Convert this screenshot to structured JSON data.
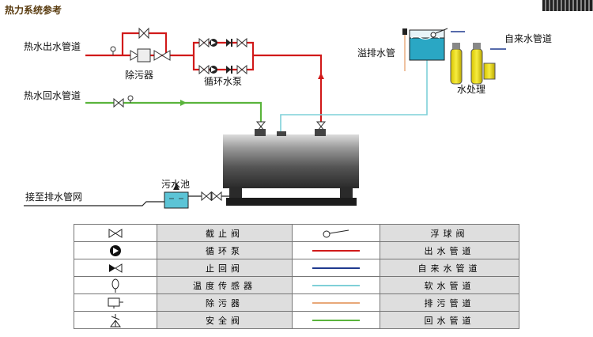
{
  "title": "热力系统参考",
  "labels": {
    "hot_out": "热水出水管道",
    "hot_return": "热水回水管道",
    "desludger": "除污器",
    "pump": "循环水泵",
    "overflow": "溢排水管",
    "tap_water": "自来水管道",
    "water_treatment": "水处理",
    "sewage_pool": "污水池",
    "drain_network": "接至排水管网"
  },
  "colors": {
    "outlet": "#d11a1a",
    "tap": "#1f3a8f",
    "soft": "#7fd0d8",
    "drain": "#e8a878",
    "return": "#5ab43c"
  },
  "legend": [
    {
      "left_icon": "gate-valve-icon",
      "left": "截止阀",
      "right_icon": "float-valve-icon",
      "right": "浮球阀"
    },
    {
      "left_icon": "circulation-pump-icon",
      "left": "循环泵",
      "right_icon": "outlet-pipe-line",
      "right": "出水管道"
    },
    {
      "left_icon": "check-valve-icon",
      "left": "止回阀",
      "right_icon": "tap-water-line",
      "right": "自来水管道"
    },
    {
      "left_icon": "temperature-sensor-icon",
      "left": "温度传感器",
      "right_icon": "soft-water-line",
      "right": "软水管道"
    },
    {
      "left_icon": "desludger-icon",
      "left": "除污器",
      "right_icon": "drain-pipe-line",
      "right": "排污管道"
    },
    {
      "left_icon": "safety-valve-icon",
      "left": "安全阀",
      "right_icon": "return-pipe-line",
      "right": "回水管道"
    }
  ]
}
